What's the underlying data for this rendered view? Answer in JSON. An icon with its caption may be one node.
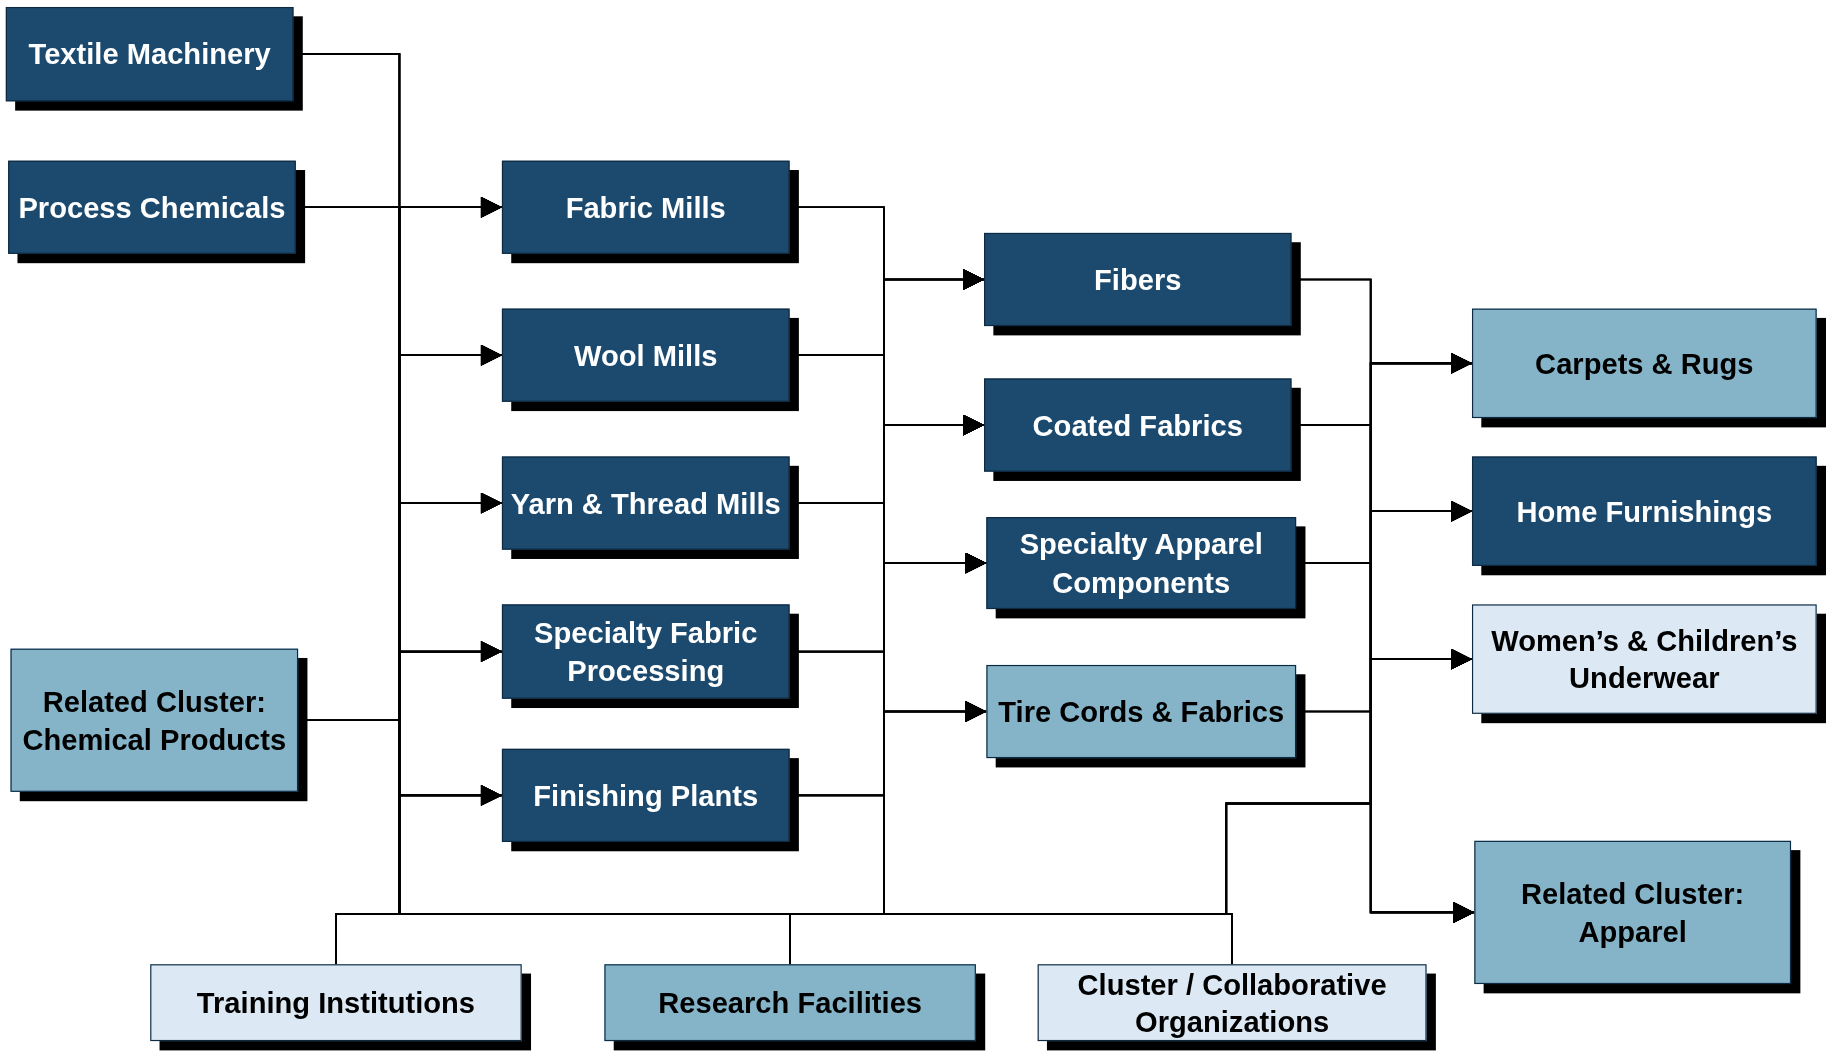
{
  "diagram": {
    "nodes": [
      {
        "text": [
          "Textile Machinery"
        ]
      },
      {
        "text": [
          "Process Chemicals"
        ]
      },
      {
        "text": [
          "Related Cluster: Chemical Products"
        ]
      },
      {
        "text": [
          "Fabric Mills"
        ]
      },
      {
        "text": [
          "Wool Mills"
        ]
      },
      {
        "text": [
          "Yarn & Thread Mills"
        ]
      },
      {
        "text": [
          "Specialty Fabric Processing"
        ]
      },
      {
        "text": [
          "Finishing Plants"
        ]
      },
      {
        "text": [
          "Fibers"
        ]
      },
      {
        "text": [
          "Coated Fabrics"
        ]
      },
      {
        "text": [
          "Specialty Apparel Components"
        ]
      },
      {
        "text": [
          "Tire Cords & Fabrics"
        ]
      },
      {
        "text": [
          "Carpets & Rugs"
        ]
      },
      {
        "text": [
          "Home Furnishings"
        ]
      },
      {
        "text": [
          "Women’s & Children’s Underwear"
        ]
      },
      {
        "text": [
          "Related Cluster: Apparel"
        ]
      },
      {
        "text": [
          "Training Institutions"
        ]
      },
      {
        "text": [
          "Research Facilities"
        ]
      },
      {
        "text": [
          "Cluster / Collaborative Organizations"
        ]
      }
    ],
    "edges": [
      {
        "from": 0,
        "to": 3,
        "arrow": "to"
      },
      {
        "from": 0,
        "to": 4,
        "arrow": "to"
      },
      {
        "from": 0,
        "to": 5,
        "arrow": "to"
      },
      {
        "from": 0,
        "to": 6,
        "arrow": "to"
      },
      {
        "from": 0,
        "to": 7,
        "arrow": "to"
      },
      {
        "from": 1,
        "to": 3,
        "arrow": "to"
      },
      {
        "from": 1,
        "to": 4,
        "arrow": "to"
      },
      {
        "from": 1,
        "to": 5,
        "arrow": "to"
      },
      {
        "from": 1,
        "to": 6,
        "arrow": "to"
      },
      {
        "from": 1,
        "to": 7,
        "arrow": "to"
      },
      {
        "from": 2,
        "to": 3,
        "arrow": "to"
      },
      {
        "from": 2,
        "to": 4,
        "arrow": "to"
      },
      {
        "from": 2,
        "to": 5,
        "arrow": "to"
      },
      {
        "from": 2,
        "to": 6,
        "arrow": "to"
      },
      {
        "from": 2,
        "to": 7,
        "arrow": "to"
      },
      {
        "from": 16,
        "to": 3,
        "arrow": "to"
      },
      {
        "from": 16,
        "to": 4,
        "arrow": "to"
      },
      {
        "from": 16,
        "to": 5,
        "arrow": "to"
      },
      {
        "from": 16,
        "to": 6,
        "arrow": "to"
      },
      {
        "from": 16,
        "to": 7,
        "arrow": "to"
      },
      {
        "from": 17,
        "to": 3,
        "arrow": "to"
      },
      {
        "from": 17,
        "to": 4,
        "arrow": "to"
      },
      {
        "from": 17,
        "to": 5,
        "arrow": "to"
      },
      {
        "from": 17,
        "to": 6,
        "arrow": "to"
      },
      {
        "from": 17,
        "to": 7,
        "arrow": "to"
      },
      {
        "from": 18,
        "to": 3,
        "arrow": "to"
      },
      {
        "from": 18,
        "to": 4,
        "arrow": "to"
      },
      {
        "from": 18,
        "to": 5,
        "arrow": "to"
      },
      {
        "from": 18,
        "to": 6,
        "arrow": "to"
      },
      {
        "from": 18,
        "to": 7,
        "arrow": "to"
      },
      {
        "from": 3,
        "to": 8,
        "arrow": "to"
      },
      {
        "from": 3,
        "to": 9,
        "arrow": "to"
      },
      {
        "from": 3,
        "to": 10,
        "arrow": "to"
      },
      {
        "from": 3,
        "to": 11,
        "arrow": "to"
      },
      {
        "from": 4,
        "to": 8,
        "arrow": "to"
      },
      {
        "from": 4,
        "to": 9,
        "arrow": "to"
      },
      {
        "from": 4,
        "to": 10,
        "arrow": "to"
      },
      {
        "from": 4,
        "to": 11,
        "arrow": "to"
      },
      {
        "from": 5,
        "to": 8,
        "arrow": "to"
      },
      {
        "from": 5,
        "to": 9,
        "arrow": "to"
      },
      {
        "from": 5,
        "to": 10,
        "arrow": "to"
      },
      {
        "from": 5,
        "to": 11,
        "arrow": "to"
      },
      {
        "from": 6,
        "to": 8,
        "arrow": "to"
      },
      {
        "from": 6,
        "to": 9,
        "arrow": "to"
      },
      {
        "from": 6,
        "to": 10,
        "arrow": "to"
      },
      {
        "from": 6,
        "to": 11,
        "arrow": "to"
      },
      {
        "from": 7,
        "to": 8,
        "arrow": "to"
      },
      {
        "from": 7,
        "to": 9,
        "arrow": "to"
      },
      {
        "from": 7,
        "to": 10,
        "arrow": "to"
      },
      {
        "from": 7,
        "to": 11,
        "arrow": "to"
      },
      {
        "from": 16,
        "to": 8,
        "arrow": "to"
      },
      {
        "from": 16,
        "to": 9,
        "arrow": "to"
      },
      {
        "from": 16,
        "to": 10,
        "arrow": "to"
      },
      {
        "from": 16,
        "to": 11,
        "arrow": "to"
      },
      {
        "from": 17,
        "to": 8,
        "arrow": "to"
      },
      {
        "from": 17,
        "to": 9,
        "arrow": "to"
      },
      {
        "from": 17,
        "to": 10,
        "arrow": "to"
      },
      {
        "from": 17,
        "to": 11,
        "arrow": "to"
      },
      {
        "from": 18,
        "to": 8,
        "arrow": "to"
      },
      {
        "from": 18,
        "to": 9,
        "arrow": "to"
      },
      {
        "from": 18,
        "to": 10,
        "arrow": "to"
      },
      {
        "from": 18,
        "to": 11,
        "arrow": "to"
      },
      {
        "from": 8,
        "to": 12,
        "arrow": "to"
      },
      {
        "from": 8,
        "to": 13,
        "arrow": "to"
      },
      {
        "from": 8,
        "to": 14,
        "arrow": "to"
      },
      {
        "from": 8,
        "to": 15,
        "arrow": "to"
      },
      {
        "from": 9,
        "to": 12,
        "arrow": "to"
      },
      {
        "from": 9,
        "to": 13,
        "arrow": "to"
      },
      {
        "from": 9,
        "to": 14,
        "arrow": "to"
      },
      {
        "from": 9,
        "to": 15,
        "arrow": "to"
      },
      {
        "from": 10,
        "to": 12,
        "arrow": "to"
      },
      {
        "from": 10,
        "to": 13,
        "arrow": "to"
      },
      {
        "from": 10,
        "to": 14,
        "arrow": "to"
      },
      {
        "from": 10,
        "to": 15,
        "arrow": "to"
      },
      {
        "from": 11,
        "to": 12,
        "arrow": "to"
      },
      {
        "from": 11,
        "to": 13,
        "arrow": "to"
      },
      {
        "from": 11,
        "to": 14,
        "arrow": "to"
      },
      {
        "from": 11,
        "to": 15,
        "arrow": "to"
      },
      {
        "from": 16,
        "to": 12,
        "arrow": "to"
      },
      {
        "from": 16,
        "to": 13,
        "arrow": "to"
      },
      {
        "from": 16,
        "to": 14,
        "arrow": "to"
      },
      {
        "from": 16,
        "to": 15,
        "arrow": "to"
      },
      {
        "from": 17,
        "to": 12,
        "arrow": "to"
      },
      {
        "from": 17,
        "to": 13,
        "arrow": "to"
      },
      {
        "from": 17,
        "to": 14,
        "arrow": "to"
      },
      {
        "from": 17,
        "to": 15,
        "arrow": "to"
      },
      {
        "from": 18,
        "to": 12,
        "arrow": "to"
      },
      {
        "from": 18,
        "to": 13,
        "arrow": "to"
      },
      {
        "from": 18,
        "to": 14,
        "arrow": "to"
      },
      {
        "from": 18,
        "to": 15,
        "arrow": "to"
      }
    ]
  }
}
